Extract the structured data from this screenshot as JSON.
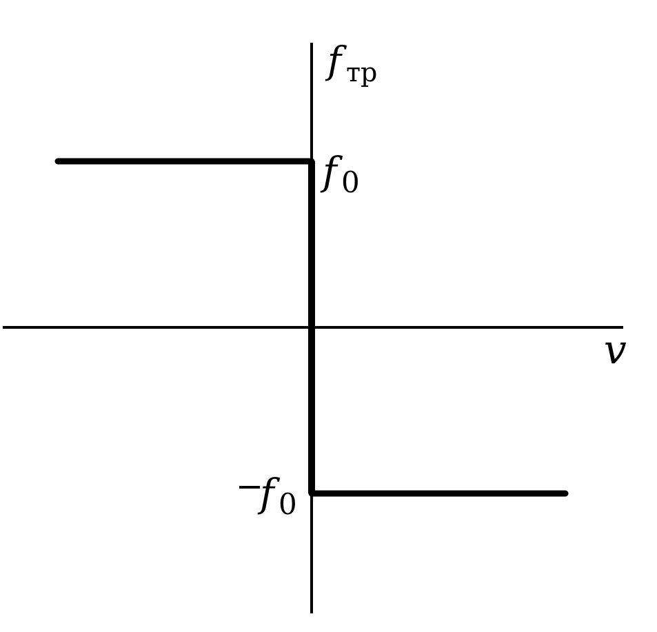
{
  "labels": {
    "y_axis_main": "f",
    "y_axis_sub": "тр",
    "x_axis": "v",
    "upper_level_main": "f",
    "upper_level_sub": "0",
    "lower_level_sign": "−",
    "lower_level_main": "f",
    "lower_level_sub": "0"
  },
  "colors": {
    "ink": "#000000",
    "background": "#ffffff"
  }
}
